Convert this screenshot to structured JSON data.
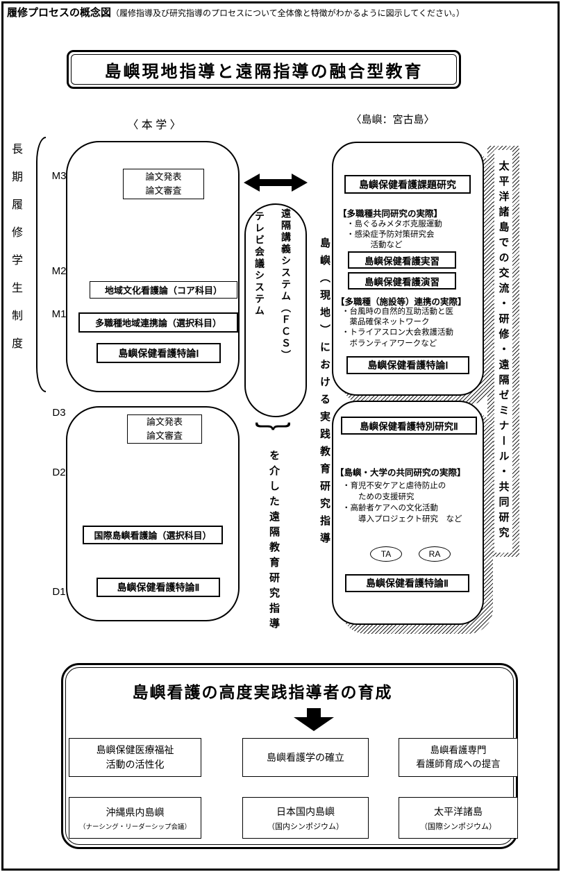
{
  "header": {
    "title": "履修プロセスの概念図",
    "note": "（履修指導及び研究指導のプロセスについて全体像と特徴がわかるように図示してください。）"
  },
  "banner": {
    "title": "島嶼現地指導と遠隔指導の融合型教育"
  },
  "column_labels": {
    "university": "〈 本 学 〉",
    "island": "〈島嶼：宮古島〉"
  },
  "left_axis": {
    "program": "長期履修学生制度",
    "markers": [
      "M3",
      "M2",
      "M1",
      "D3",
      "D2",
      "D1"
    ]
  },
  "master": {
    "thesis": "論文発表\n論文審査",
    "course_core": "地域文化看護論（コア科目）",
    "course_elective": "多職種地域連携論（選択科目）",
    "course_special": "島嶼保健看護特論Ⅰ"
  },
  "doctor": {
    "thesis": "論文発表\n論文審査",
    "course_elective": "国際島嶼看護論（選択科目）",
    "course_special": "島嶼保健看護特論Ⅱ"
  },
  "remote": {
    "tv_system": "テレビ会議システム",
    "lecture_system": "遠隔講義システム（ＦＣＳ）",
    "via": "を介した遠隔教育研究指導"
  },
  "island_axis": "島嶼（現地）における実践教育研究指導",
  "island_upper": {
    "research": "島嶼保健看護課題研究",
    "heading1": "【多職種共同研究の実際】",
    "bullets1": "・島ぐるみメタボ克服運動\n・感染症予防対策研究会\n　　　活動など",
    "practicum": "島嶼保健看護実習",
    "seminar": "島嶼保健看護演習",
    "heading2": "【多職種（施設等）連携の実際】",
    "bullets2": "・台風時の自然的互助活動と医\n　薬品確保ネットワーク\n・トライアスロン大会救護活動\n　ボランティアワークなど",
    "course": "島嶼保健看護特論Ⅰ"
  },
  "island_lower": {
    "research": "島嶼保健看護特別研究Ⅱ",
    "heading": "【島嶼・大学の共同研究の実際】",
    "bullets": "・育児不安ケアと虐待防止の\n　　ための支援研究\n・高齢者ケアへの文化活動\n　　導入プロジェクト研究　など",
    "ta": "TA",
    "ra": "RA",
    "course": "島嶼保健看護特論Ⅱ"
  },
  "pacific_bar": "太平洋諸島での交流・研修・遠隔ゼミナール・共同研究",
  "icons": {
    "underbrace": "}"
  },
  "bottom": {
    "title": "島嶼看護の高度実践指導者の育成",
    "row1": [
      "島嶼保健医療福祉\n活動の活性化",
      "島嶼看護学の確立",
      "島嶼看護専門\n看護師育成への提言"
    ],
    "row2": [
      {
        "label": "沖縄県内島嶼",
        "note": "（ナーシング・リーダーシップ会議）"
      },
      {
        "label": "日本国内島嶼",
        "note": "（国内シンポジウム）"
      },
      {
        "label": "太平洋諸島",
        "note": "（国際シンポジウム）"
      }
    ]
  }
}
